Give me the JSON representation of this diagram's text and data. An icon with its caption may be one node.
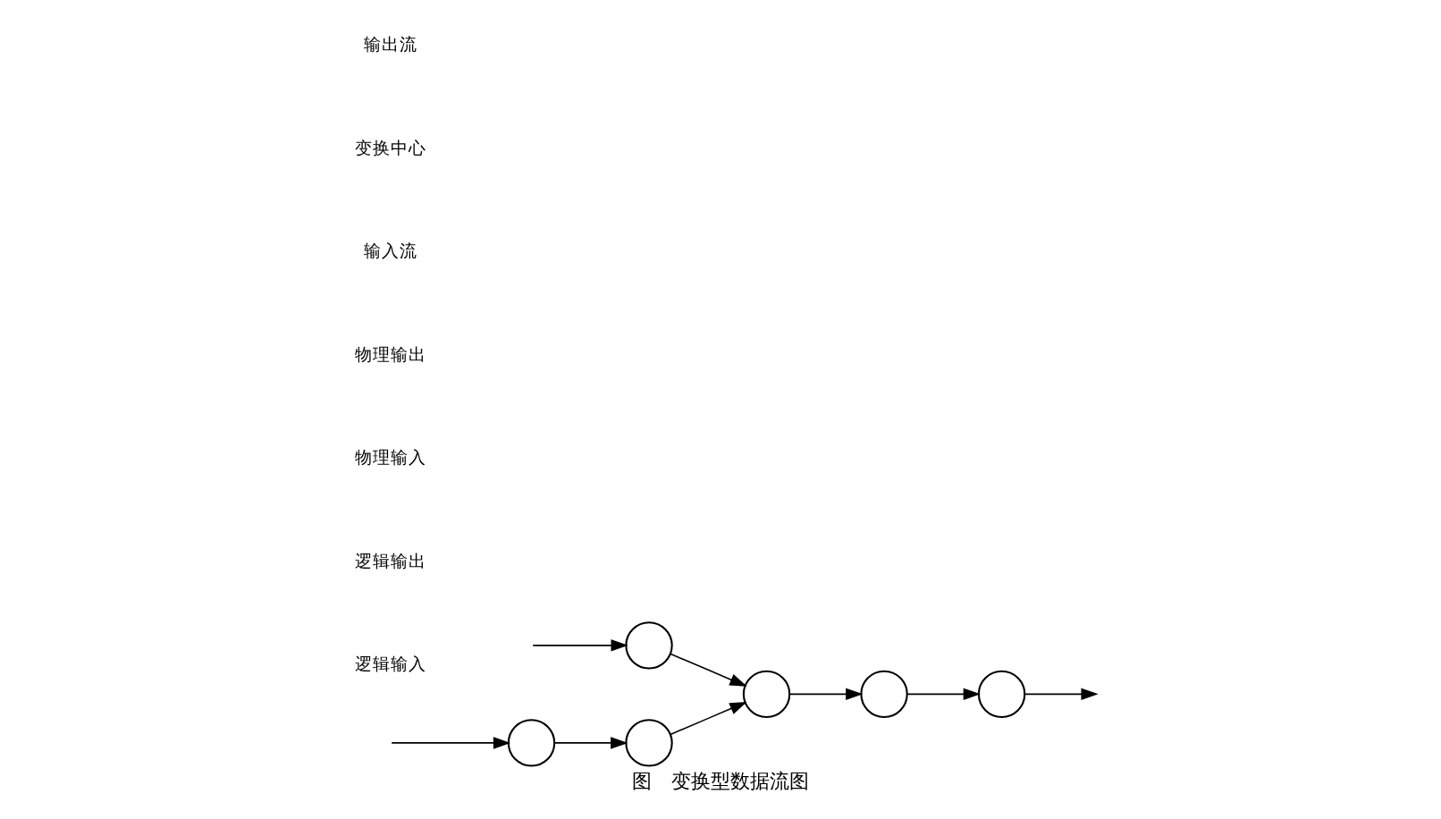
{
  "diagram": {
    "caption": "图　变换型数据流图",
    "nodes": [
      {
        "text": [],
        "shape": "circle"
      },
      {
        "text": [],
        "shape": "circle"
      },
      {
        "text": [],
        "shape": "circle"
      },
      {
        "text": [],
        "shape": "circle"
      },
      {
        "text": [],
        "shape": "circle"
      },
      {
        "text": [],
        "shape": "circle"
      }
    ],
    "edges": [
      {
        "from": null,
        "to": 0,
        "arrow": "to"
      },
      {
        "from": 0,
        "to": 1,
        "arrow": "to"
      },
      {
        "from": 1,
        "to": 3,
        "arrow": "to"
      },
      {
        "from": null,
        "to": 2,
        "arrow": "to"
      },
      {
        "from": 2,
        "to": 3,
        "arrow": "to"
      },
      {
        "from": 3,
        "to": 4,
        "arrow": "to"
      },
      {
        "from": 4,
        "to": 5,
        "arrow": "to"
      },
      {
        "from": 5,
        "to": null,
        "arrow": "to"
      }
    ],
    "labels": [
      "逻辑输入",
      "逻辑输出",
      "物理输入",
      "物理输出",
      "输入流",
      "变换中心",
      "输出流"
    ]
  }
}
